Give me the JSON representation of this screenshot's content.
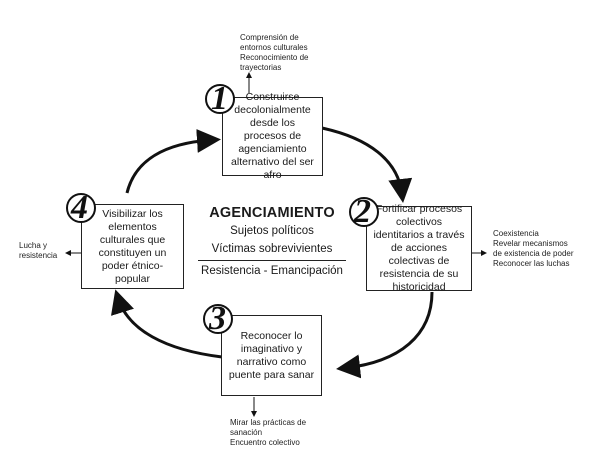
{
  "center": {
    "title": "AGENCIAMIENTO",
    "line1": "Sujetos políticos",
    "line2": "Víctimas sobrevivientes",
    "line3": "Resistencia - Emancipación"
  },
  "steps": [
    {
      "number": "1",
      "text": "Construirse decolonialmente desde los procesos de agenciamiento alternativo del ser afro"
    },
    {
      "number": "2",
      "text": "Fortificar procesos colectivos identitarios a través de acciones colectivas de resistencia de su historicidad"
    },
    {
      "number": "3",
      "text": "Reconocer lo imaginativo y narrativo como puente para sanar"
    },
    {
      "number": "4",
      "text": "Visibilizar los elementos culturales que constituyen un poder étnico-popular"
    }
  ],
  "outcomes": {
    "top": "Comprensión de\nentornos culturales\nReconocimiento de\ntrayectorias",
    "right": "Coexistencia\nRevelar mecanismos\nde existencia de poder\nReconocer las luchas",
    "bottom": "Mirar las prácticas de\nsanación\nEncuentro colectivo",
    "left": "Lucha y\nresistencia"
  }
}
